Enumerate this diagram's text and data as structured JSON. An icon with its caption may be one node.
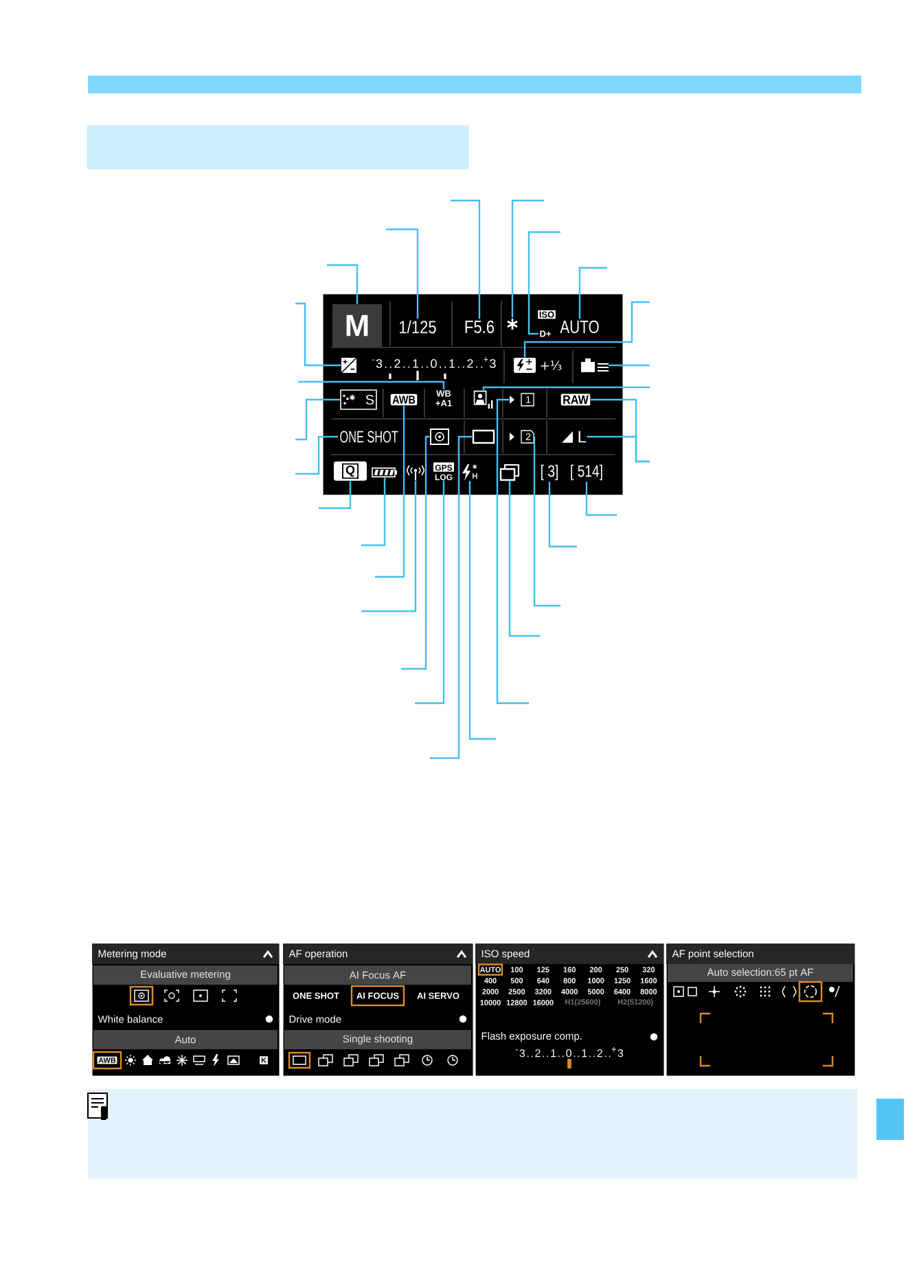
{
  "diagram": {
    "nodes": [
      {
        "text": [],
        "shape": "box"
      },
      {
        "text": [],
        "shape": "box"
      },
      {
        "text": [
          "M"
        ],
        "in": 1
      },
      {
        "text": [
          "1/125"
        ],
        "in": 1
      },
      {
        "text": [
          "F5.6"
        ],
        "in": 1
      },
      {
        "text": [],
        "shape": "picture",
        "in": 1
      },
      {
        "text": [
          "D+"
        ],
        "in": 1
      },
      {
        "text": [
          "AUTO"
        ],
        "in": 1
      },
      {
        "text": [],
        "shape": "box",
        "in": 1
      },
      {
        "text": [],
        "shape": "picture",
        "in": 1
      },
      {
        "text": [],
        "shape": "picture",
        "in": 1
      },
      {
        "text": [
          "WB",
          "+A1"
        ],
        "in": 1
      },
      {
        "text": [
          "S"
        ],
        "in": 1
      },
      {
        "text": [
          "AWB"
        ],
        "in": 1
      },
      {
        "text": [],
        "shape": "picture",
        "in": 1
      },
      {
        "text": [
          "1"
        ],
        "in": 1
      },
      {
        "text": [
          "RAW"
        ],
        "in": 1
      },
      {
        "text": [
          "ONE SHOT"
        ],
        "in": 1
      },
      {
        "text": [],
        "shape": "picture",
        "in": 1
      },
      {
        "text": [],
        "shape": "box",
        "in": 1
      },
      {
        "text": [
          "2"
        ],
        "in": 1
      },
      {
        "text": [
          "L"
        ],
        "in": 1
      },
      {
        "text": [
          "Q"
        ],
        "in": 1
      },
      {
        "text": [],
        "shape": "picture",
        "in": 1
      },
      {
        "text": [],
        "shape": "picture",
        "in": 1
      },
      {
        "text": [
          "GPS",
          "LOG"
        ],
        "in": 1
      },
      {
        "text": [],
        "shape": "picture",
        "in": 1
      },
      {
        "text": [],
        "shape": "box",
        "in": 1
      },
      {
        "text": [
          "[ 3]"
        ],
        "in": 1
      },
      {
        "text": [
          "[ 514]"
        ],
        "in": 1
      },
      {
        "text": [
          "Metering mode",
          "Evaluative metering",
          "White balance",
          "Auto",
          "AWB",
          "K"
        ]
      },
      {
        "text": [
          "AF operation",
          "AI Focus AF",
          "ONE SHOT",
          "AI FOCUS",
          "AI SERVO",
          "Drive mode",
          "Single shooting"
        ]
      },
      {
        "text": [
          "ISO speed",
          "AUTO",
          "100",
          "125",
          "160",
          "200",
          "250",
          "320",
          "400",
          "500",
          "640",
          "800",
          "1000",
          "1250",
          "1600",
          "2000",
          "2500",
          "3200",
          "4000",
          "5000",
          "6400",
          "8000",
          "10000",
          "12800",
          "16000",
          "H1(25600)",
          "H2(51200)",
          "Flash exposure comp.",
          "$^{-}$3..2..1..0..1..2..$^{+}$3"
        ]
      },
      {
        "text": [
          "AF point selection",
          "Auto selection:65 pt AF"
        ]
      }
    ],
    "edges": [
      {
        "from": null,
        "to": 2,
        "arrow": "none"
      },
      {
        "from": null,
        "to": 3,
        "arrow": "none"
      },
      {
        "from": null,
        "to": 4,
        "arrow": "none"
      },
      {
        "from": null,
        "to": 5,
        "arrow": "none"
      },
      {
        "from": null,
        "to": 6,
        "arrow": "none"
      },
      {
        "from": null,
        "to": 7,
        "arrow": "none"
      },
      {
        "from": null,
        "to": 8,
        "arrow": "none"
      },
      {
        "from": null,
        "to": 9,
        "arrow": "none"
      },
      {
        "from": null,
        "to": 10,
        "arrow": "none"
      },
      {
        "from": null,
        "to": 11,
        "arrow": "none"
      },
      {
        "from": null,
        "to": 12,
        "arrow": "none"
      },
      {
        "from": null,
        "to": 13,
        "arrow": "none"
      },
      {
        "from": null,
        "to": 14,
        "arrow": "none"
      },
      {
        "from": null,
        "to": 15,
        "arrow": "none"
      },
      {
        "from": null,
        "to": 16,
        "arrow": "none"
      },
      {
        "from": null,
        "to": 17,
        "arrow": "none"
      },
      {
        "from": null,
        "to": 18,
        "arrow": "none"
      },
      {
        "from": null,
        "to": 19,
        "arrow": "none"
      },
      {
        "from": null,
        "to": 20,
        "arrow": "none"
      },
      {
        "from": null,
        "to": 21,
        "arrow": "none"
      },
      {
        "from": null,
        "to": 22,
        "arrow": "none"
      },
      {
        "from": null,
        "to": 23,
        "arrow": "none"
      },
      {
        "from": null,
        "to": 24,
        "arrow": "none"
      },
      {
        "from": null,
        "to": 25,
        "arrow": "none"
      },
      {
        "from": null,
        "to": 26,
        "arrow": "none"
      },
      {
        "from": null,
        "to": 27,
        "arrow": "none"
      },
      {
        "from": null,
        "to": 28,
        "arrow": "none"
      },
      {
        "from": null,
        "to": 29,
        "arrow": "none"
      }
    ],
    "labels": [
      "ISO",
      "$^{-}$3..2..1..0..1..2..$^{+}$3",
      "+⅓"
    ]
  }
}
